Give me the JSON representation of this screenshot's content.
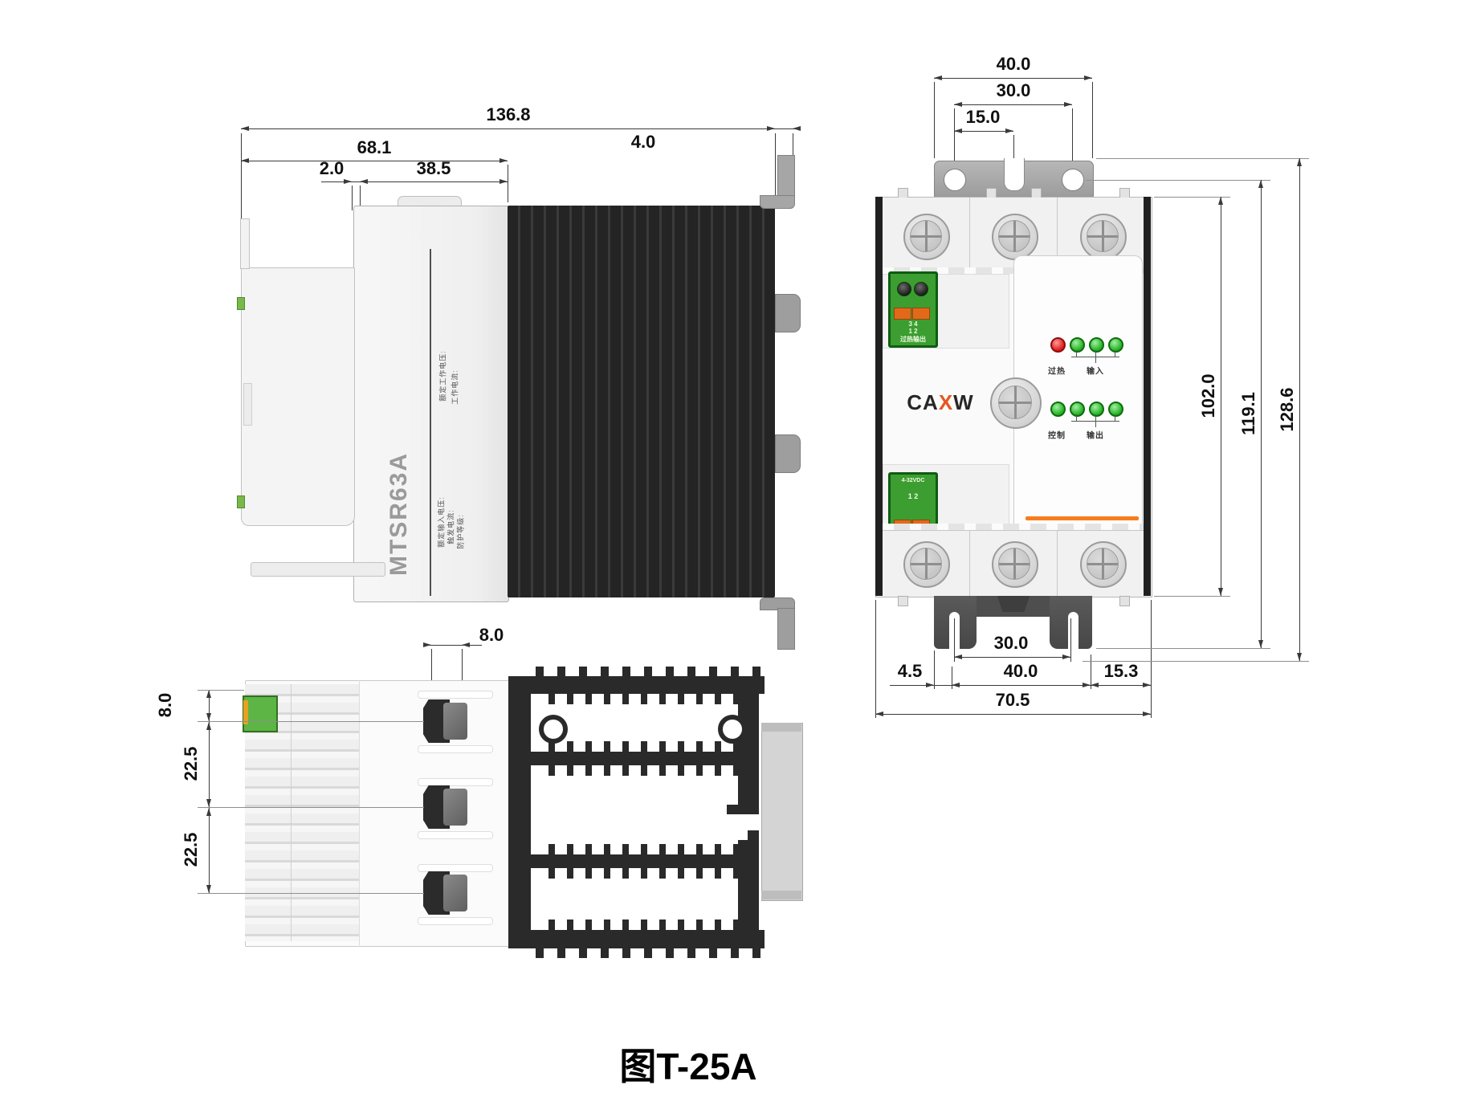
{
  "caption": "图T-25A",
  "colors": {
    "heatsink": "#2a2a2a",
    "terminal_green": "#3c9e30",
    "accent_orange": "#f57d1f",
    "led_green": "#2ab42a",
    "led_red": "#e02020",
    "logo_x_orange": "#e8551e"
  },
  "side": {
    "model": "MTSR63A",
    "dim_total_width": "136.8",
    "dim_body_width": "68.1",
    "dim_step": "2.0",
    "dim_housing_width": "38.5",
    "dim_bracket_offset": "4.0",
    "spec_line_1": "额定工作电压:",
    "spec_line_2": "工作电流:",
    "spec_line_3": "额定输入电压:",
    "spec_line_4": "触发电流:",
    "spec_line_5": "防护等级:"
  },
  "front": {
    "logo_left": "CA",
    "logo_x": "X",
    "logo_right": "W",
    "dim_bracket_width_top": "40.0",
    "dim_hole_spacing": "30.0",
    "dim_hole_to_center": "15.0",
    "dim_body_height": "102.0",
    "dim_bracket_span": "119.1",
    "dim_overall_height": "128.6",
    "dim_slot_offset": "4.5",
    "dim_slot_spacing": "30.0",
    "dim_bracket_width_bottom": "40.0",
    "dim_side_margin": "15.3",
    "dim_body_width": "70.5",
    "led_overheat": "过热",
    "led_input": "输入",
    "led_control": "控制",
    "led_output": "输出",
    "terminal_top": {
      "pins_row1": "3  4",
      "pins_row2": "1  2",
      "label": "过热输出"
    },
    "terminal_bottom": {
      "label": "4-32VDC",
      "pins_row1": "1  2"
    }
  },
  "bottom": {
    "dim_terminal_width": "8.0",
    "dim_edge_offset": "8.0",
    "dim_pitch_1": "22.5",
    "dim_pitch_2": "22.5"
  }
}
